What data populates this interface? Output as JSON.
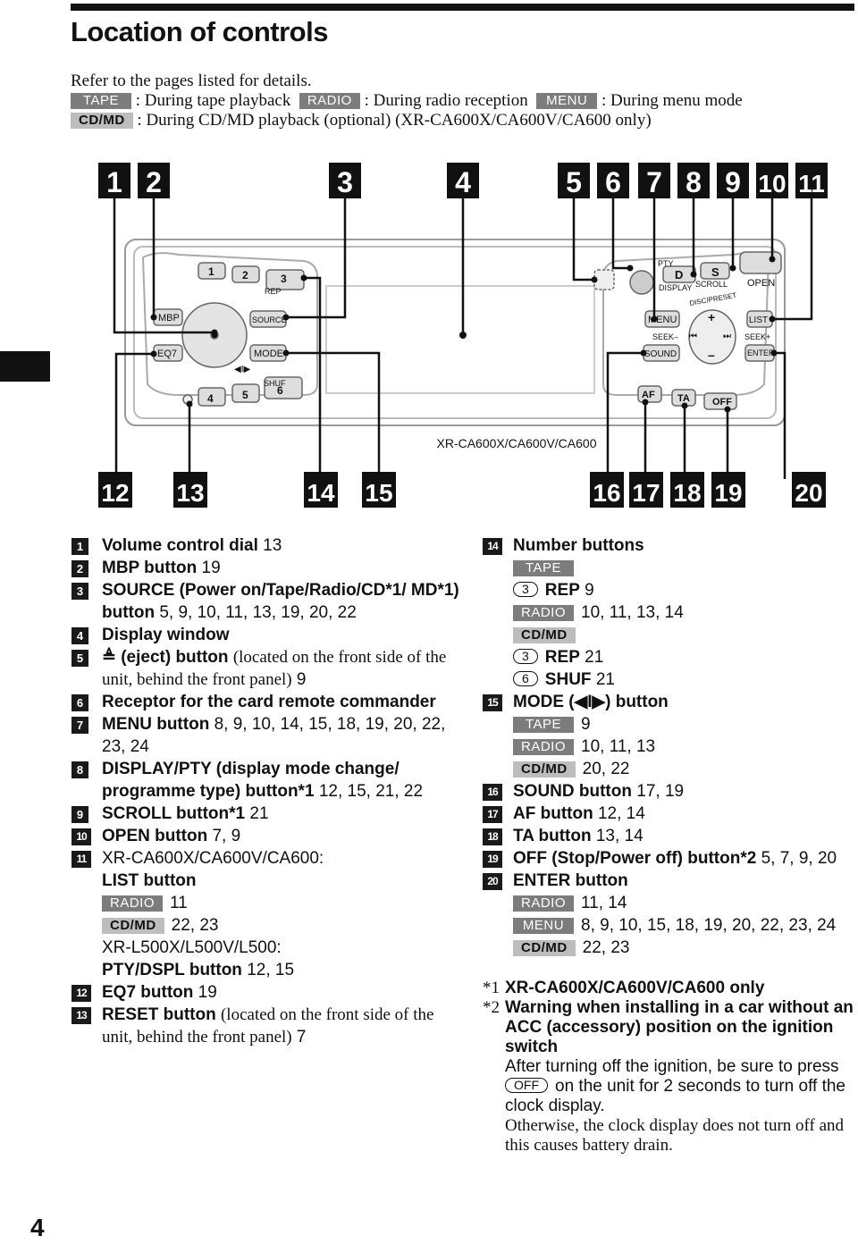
{
  "page": {
    "title": "Location of controls",
    "page_number": "4",
    "intro": {
      "line1": "Refer to the pages listed for details.",
      "tape_tag": "TAPE",
      "tape_text": ": During tape playback",
      "radio_tag": "RADIO",
      "radio_text": ": During radio reception",
      "menu_tag": "MENU",
      "menu_text": ": During menu mode",
      "cdmd_tag": "CD/MD",
      "cdmd_text": ": During CD/MD playback (optional) (XR-CA600X/CA600V/CA600 only)"
    }
  },
  "diagram": {
    "top_callouts": [
      "1",
      "2",
      "3",
      "4",
      "5",
      "6",
      "7",
      "8",
      "9",
      "10",
      "11"
    ],
    "bottom_callouts": [
      "12",
      "13",
      "14",
      "15",
      "16",
      "17",
      "18",
      "19",
      "20"
    ],
    "model_label": "XR-CA600X/CA600V/CA600",
    "labels": {
      "preset1": "1",
      "preset2": "2",
      "preset3": "3",
      "rep": "REP",
      "preset4": "4",
      "preset5": "5",
      "preset6": "6",
      "shuf": "SHUF",
      "mbp": "MBP",
      "eq7": "EQ7",
      "source": "SOURCE",
      "mode": "MODE",
      "pty": "PTY",
      "d": "D",
      "s": "S",
      "display": "DISPLAY",
      "scroll": "SCROLL",
      "open": "OPEN",
      "disc_preset": "DISC/PRESET",
      "menu": "MENU",
      "list": "LIST",
      "seek_l": "SEEK–",
      "seek_r": "SEEK+",
      "sound": "SOUND",
      "enter": "ENTER",
      "af": "AF",
      "ta": "TA",
      "off": "OFF",
      "plus": "+",
      "minus": "–"
    }
  },
  "left_items": [
    {
      "n": "1",
      "bold": "Volume control dial",
      "rest": "13"
    },
    {
      "n": "2",
      "bold": "MBP button",
      "rest": "19"
    },
    {
      "n": "3",
      "bold": "SOURCE (Power on/Tape/Radio/CD*1/ MD*1) button",
      "rest": "5, 9, 10, 11, 13, 19, 20, 22"
    },
    {
      "n": "4",
      "bold": "Display window",
      "rest": ""
    },
    {
      "n": "5",
      "bold": "≜ (eject) button",
      "serif": "(located on the front side of the unit, behind the front panel)",
      "rest": "9"
    },
    {
      "n": "6",
      "bold": "Receptor for the card remote commander",
      "rest": ""
    },
    {
      "n": "7",
      "bold": "MENU button",
      "rest": "8, 9, 10, 14, 15, 18, 19, 20, 22, 23, 24"
    },
    {
      "n": "8",
      "bold": "DISPLAY/PTY (display mode change/ programme type) button*1",
      "rest": "12, 15, 21, 22"
    },
    {
      "n": "9",
      "bold": "SCROLL button*1",
      "rest": "21"
    },
    {
      "n": "10",
      "bold": "OPEN button",
      "rest": "7, 9"
    }
  ],
  "item11": {
    "n": "11",
    "line1": "XR-CA600X/CA600V/CA600:",
    "bold": "LIST button",
    "radio_tag": "RADIO",
    "radio_pages": "11",
    "cdmd_tag": "CD/MD",
    "cdmd_pages": "22, 23",
    "alt_line": "XR-L500X/L500V/L500:",
    "alt_bold": "PTY/DSPL button",
    "alt_pages": "12, 15"
  },
  "item12": {
    "n": "12",
    "bold": "EQ7 button",
    "rest": "19"
  },
  "item13": {
    "n": "13",
    "bold": "RESET button",
    "serif": "(located on the front side of the unit, behind the front panel)",
    "rest": "7"
  },
  "item14": {
    "n": "14",
    "bold": "Number buttons",
    "tape_tag": "TAPE",
    "btn3": "3",
    "rep": "REP",
    "rep_pages": "9",
    "radio_tag": "RADIO",
    "radio_pages": "10, 11, 13, 14",
    "cdmd_tag": "CD/MD",
    "rep2_pages": "21",
    "btn6": "6",
    "shuf": "SHUF",
    "shuf_pages": "21"
  },
  "item15": {
    "n": "15",
    "bold": "MODE (◀I▶) button",
    "tape_tag": "TAPE",
    "tape_pages": "9",
    "radio_tag": "RADIO",
    "radio_pages": "10, 11, 13",
    "cdmd_tag": "CD/MD",
    "cdmd_pages": "20, 22"
  },
  "right_items": [
    {
      "n": "16",
      "bold": "SOUND button",
      "rest": "17, 19"
    },
    {
      "n": "17",
      "bold": "AF button",
      "rest": "12, 14"
    },
    {
      "n": "18",
      "bold": "TA button",
      "rest": "13, 14"
    },
    {
      "n": "19",
      "bold": "OFF (Stop/Power off) button*2",
      "rest": "5, 7, 9, 20"
    }
  ],
  "item20": {
    "n": "20",
    "bold": "ENTER button",
    "radio_tag": "RADIO",
    "radio_pages": "11, 14",
    "menu_tag": "MENU",
    "menu_pages": "8, 9, 10, 15, 18, 19, 20, 22, 23, 24",
    "cdmd_tag": "CD/MD",
    "cdmd_pages": "22, 23"
  },
  "notes": {
    "n1_mark": "*1",
    "n1_text": "XR-CA600X/CA600V/CA600 only",
    "n2_mark": "*2",
    "n2_text": "Warning when installing in a car without an ACC (accessory) position on the ignition switch",
    "n2_p1a": "After turning off the ignition, be sure to press",
    "n2_off": "OFF",
    "n2_p1b": "on the unit for 2 seconds to turn off the clock display.",
    "n2_p2": "Otherwise, the clock display does not turn off and this causes battery drain."
  }
}
